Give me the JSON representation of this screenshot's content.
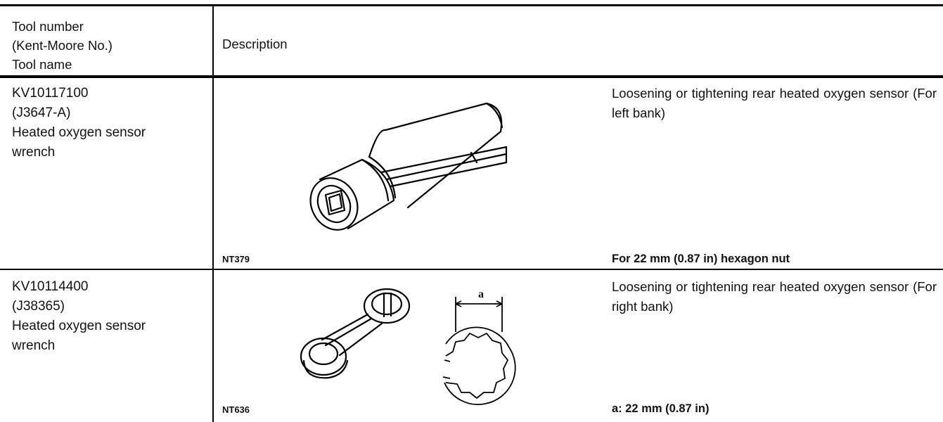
{
  "header": {
    "col1_lines": [
      "Tool number",
      "(Kent-Moore No.)",
      "Tool name"
    ],
    "col2": "Description"
  },
  "rows": [
    {
      "tool_lines": [
        "KV10117100",
        "(J3647-A)",
        "Heated oxygen sensor",
        "wrench"
      ],
      "description": "Loosening or tightening rear heated oxygen sensor (For left bank)",
      "note": "For 22 mm (0.87 in) hexagon nut",
      "figure_code": "NT379"
    },
    {
      "tool_lines": [
        "KV10114400",
        "(J38365)",
        "Heated oxygen sensor",
        "wrench"
      ],
      "description": "Loosening or tightening rear heated oxygen sensor (For right bank)",
      "note": "a: 22 mm (0.87 in)",
      "figure_code": "NT636",
      "dimension_label": "a"
    }
  ]
}
